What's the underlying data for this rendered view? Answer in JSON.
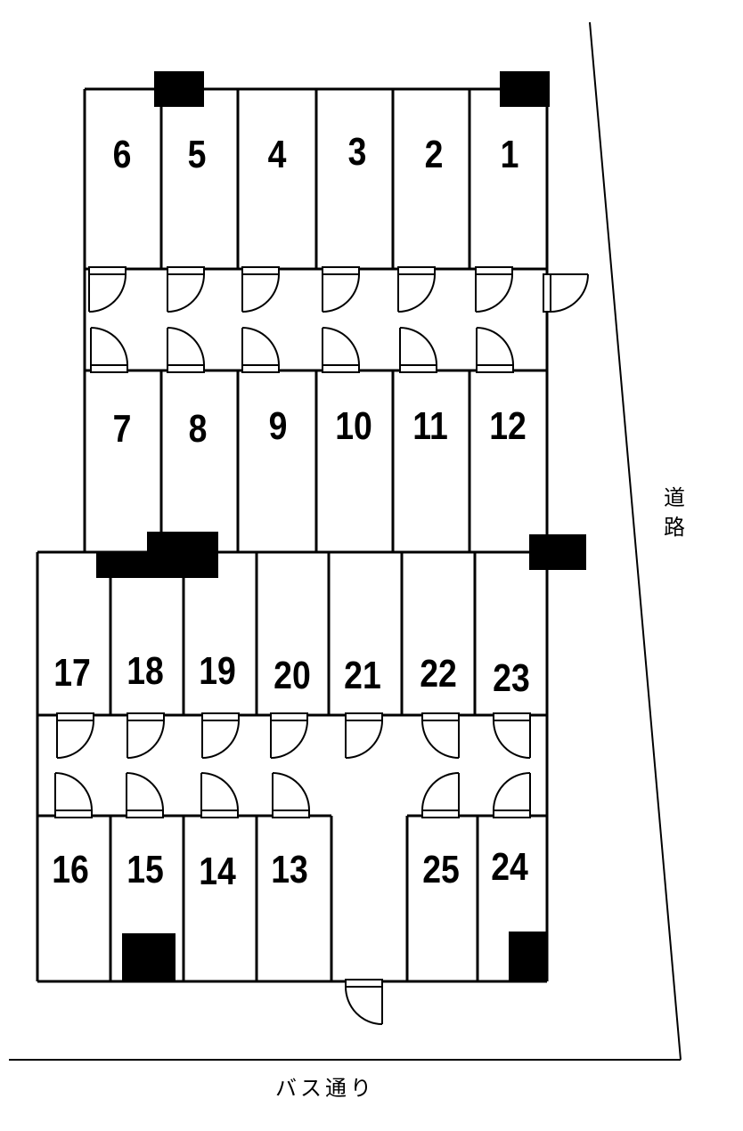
{
  "units": [
    "1",
    "2",
    "3",
    "4",
    "5",
    "6",
    "7",
    "8",
    "9",
    "10",
    "11",
    "12",
    "13",
    "14",
    "15",
    "16",
    "17",
    "18",
    "19",
    "20",
    "21",
    "22",
    "23",
    "24",
    "25"
  ],
  "labels": {
    "road": "道路",
    "bus_street": "バス通り"
  },
  "colors": {
    "line": "#000000",
    "background": "#ffffff",
    "pillar": "#000000"
  }
}
